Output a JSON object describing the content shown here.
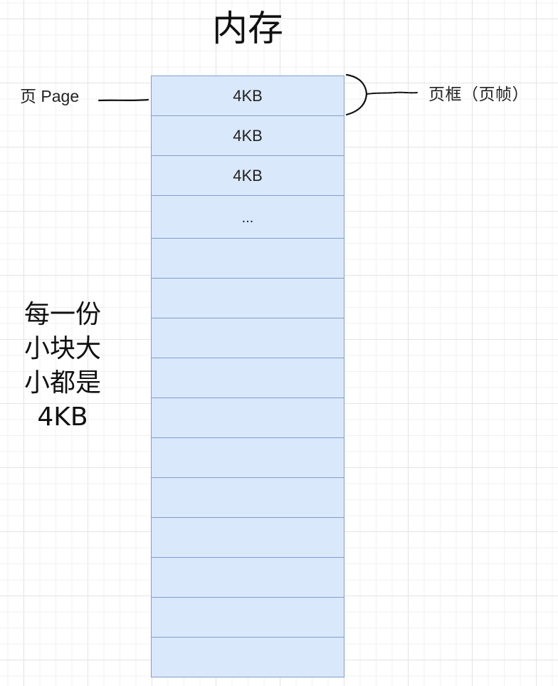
{
  "title": "内存",
  "memory": {
    "rows": [
      {
        "label": "4KB"
      },
      {
        "label": "4KB"
      },
      {
        "label": "4KB"
      },
      {
        "label": "..."
      },
      {
        "label": ""
      },
      {
        "label": ""
      },
      {
        "label": ""
      },
      {
        "label": ""
      },
      {
        "label": ""
      },
      {
        "label": ""
      },
      {
        "label": ""
      },
      {
        "label": ""
      },
      {
        "label": ""
      },
      {
        "label": ""
      },
      {
        "label": ""
      }
    ],
    "fill_color": "#dae8fc",
    "stroke_color": "#7f9ed0"
  },
  "annotations": {
    "page_label": "页 Page",
    "frame_label": "页框（页帧）",
    "note": "每一份小块大小都是4KB",
    "note_lines": [
      "每一份",
      "小块大",
      "小都是",
      "4KB"
    ]
  },
  "connectors": {
    "page_line": "straight-hand-drawn-line",
    "frame_brace": "curly-brace-icon"
  }
}
